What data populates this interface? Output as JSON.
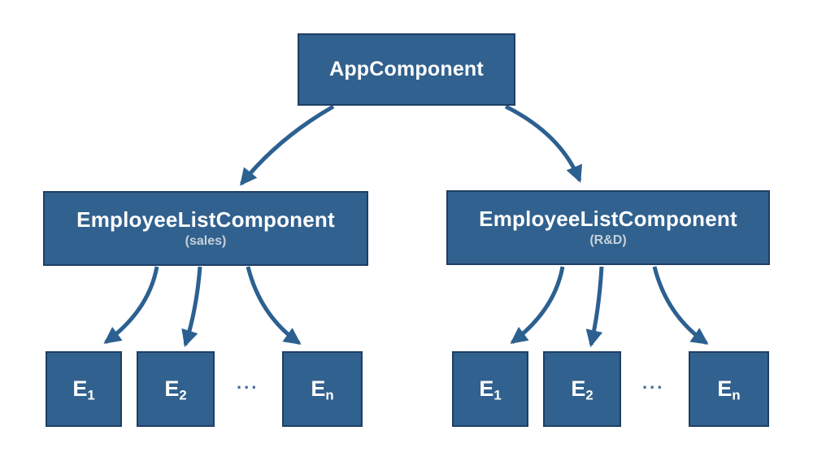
{
  "diagram": {
    "root": {
      "label": "AppComponent"
    },
    "branches": [
      {
        "label": "EmployeeListComponent",
        "sublabel": "(sales)",
        "ellipsis": "...",
        "children": [
          {
            "base": "E",
            "sub": "1"
          },
          {
            "base": "E",
            "sub": "2"
          },
          {
            "base": "E",
            "sub": "n"
          }
        ]
      },
      {
        "label": "EmployeeListComponent",
        "sublabel": "(R&D)",
        "ellipsis": "...",
        "children": [
          {
            "base": "E",
            "sub": "1"
          },
          {
            "base": "E",
            "sub": "2"
          },
          {
            "base": "E",
            "sub": "n"
          }
        ]
      }
    ],
    "colors": {
      "background": "#ffffff",
      "box_fill": "#31618e",
      "box_border": "#1e3f63",
      "arrow": "#2c6090",
      "label_text": "#ffffff",
      "sublabel_text": "#c7d0da",
      "ellipsis_dots": "#3f6d9c"
    }
  }
}
